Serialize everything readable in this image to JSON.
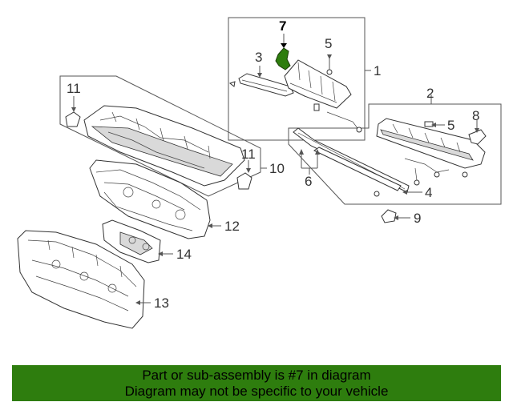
{
  "callouts": {
    "c1": "1",
    "c2": "2",
    "c3": "3",
    "c4": "4",
    "c5a": "5",
    "c5b": "5",
    "c6": "6",
    "c7": "7",
    "c8": "8",
    "c9": "9",
    "c10": "10",
    "c11a": "11",
    "c11b": "11",
    "c12": "12",
    "c13": "13",
    "c14": "14"
  },
  "highlight": {
    "part": "7",
    "color": "#2e7d0e"
  },
  "banner": {
    "line1": "Part or sub-assembly is #7 in diagram",
    "line2": "Diagram may not be specific to your vehicle",
    "background": "#2e7d0e"
  }
}
